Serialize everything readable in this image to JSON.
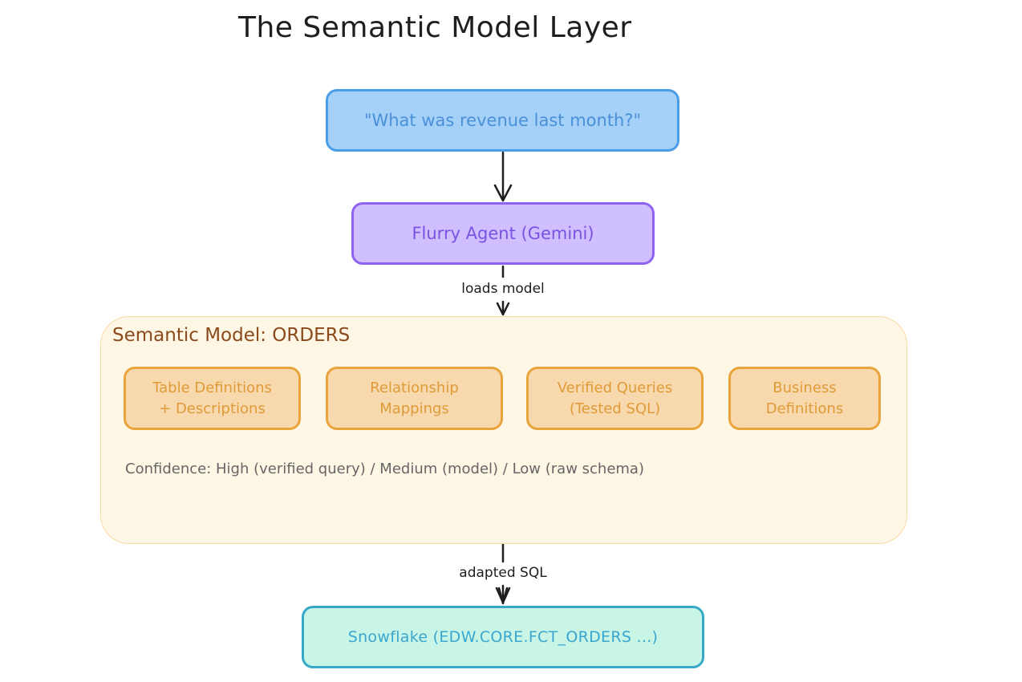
{
  "title": "The Semantic Model Layer",
  "nodes": {
    "question": {
      "label": "\"What was revenue last month?\"",
      "color": "#4a90d9",
      "fill": "#a5d0f7"
    },
    "agent": {
      "label": "Flurry Agent (Gemini)",
      "color": "#7a52e0",
      "fill": "#d0bfff"
    },
    "semantic_model": {
      "title": "Semantic Model: ORDERS",
      "fill": "#fff7e5",
      "components": [
        {
          "line1": "Table Definitions",
          "line2": "+ Descriptions"
        },
        {
          "line1": "Relationship",
          "line2": "Mappings"
        },
        {
          "line1": "Verified Queries",
          "line2": "(Tested SQL)"
        },
        {
          "line1": "Business",
          "line2": "Definitions"
        }
      ],
      "confidence": "Confidence: High (verified query) / Medium (model) / Low (raw schema)"
    },
    "snowflake": {
      "label": "Snowflake (EDW.CORE.FCT_ORDERS ...)",
      "color": "#3aa6cf",
      "fill": "#c9f5e6"
    }
  },
  "edges": [
    {
      "from": "question",
      "to": "agent",
      "label": ""
    },
    {
      "from": "agent",
      "to": "semantic_model",
      "label": "loads model"
    },
    {
      "from": "semantic_model",
      "to": "snowflake",
      "label": "adapted SQL"
    }
  ]
}
